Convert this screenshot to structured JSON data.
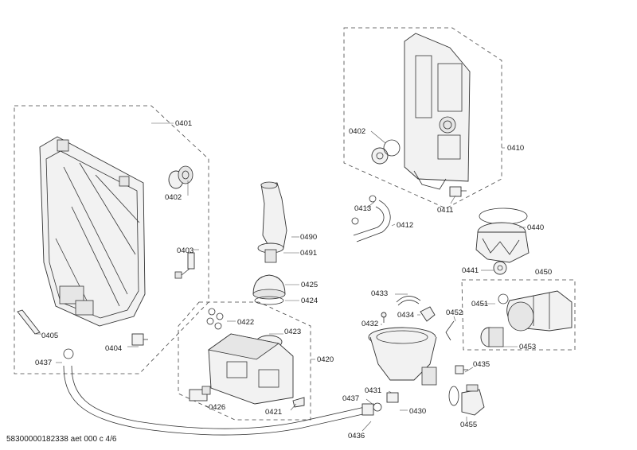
{
  "footer": "58300000182338 aet 000 c 4/6",
  "labels": {
    "l0401": "0401",
    "l0402a": "0402",
    "l0403": "0403",
    "l0404": "0404",
    "l0405": "0405",
    "l0437a": "0437",
    "l0490": "0490",
    "l0491": "0491",
    "l0425": "0425",
    "l0424": "0424",
    "l0422": "0422",
    "l0423": "0423",
    "l0420": "0420",
    "l0426": "0426",
    "l0421": "0421",
    "l0402b": "0402",
    "l0410": "0410",
    "l0413": "0413",
    "l0412": "0412",
    "l0411": "0411",
    "l0440": "0440",
    "l0441": "0441",
    "l0450": "0450",
    "l0451": "0451",
    "l0453": "0453",
    "l0433": "0433",
    "l0432": "0432",
    "l0434": "0434",
    "l0452": "0452",
    "l0435": "0435",
    "l0431": "0431",
    "l0437b": "0437",
    "l0430": "0430",
    "l0436": "0436",
    "l0455": "0455"
  }
}
